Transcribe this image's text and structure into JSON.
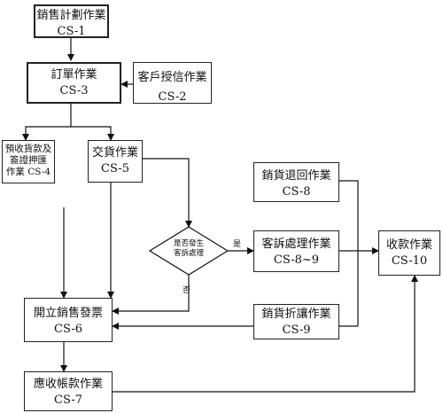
{
  "nodes": {
    "sales_plan": {
      "line1": "銷售計劃作業",
      "line2": "CS-1"
    },
    "order": {
      "line1": "訂單作業",
      "line2": "CS-3"
    },
    "credit": {
      "line1": "客戶授信作業",
      "line2": "CS-2"
    },
    "prepay": {
      "line1": "預收貨款及",
      "line2": "簽證押匯",
      "line3": "作業 CS-4"
    },
    "delivery": {
      "line1": "交貨作業",
      "line2": "CS-5"
    },
    "return": {
      "line1": "銷貨退回作業",
      "line2": "CS-8"
    },
    "complaint": {
      "line1": "客訴處理作業",
      "line2": "CS-8~9"
    },
    "collection": {
      "line1": "收款作業",
      "line2": "CS-10"
    },
    "invoice": {
      "line1": "開立銷售發票",
      "line2": "CS-6"
    },
    "discount": {
      "line1": "銷貨折讓作業",
      "line2": "CS-9"
    },
    "receivable": {
      "line1": "應收帳款作業",
      "line2": "CS-7"
    }
  },
  "decision": {
    "line1": "是否發生",
    "line2": "客訴處理"
  },
  "labels": {
    "yes": "是",
    "no": "否"
  }
}
